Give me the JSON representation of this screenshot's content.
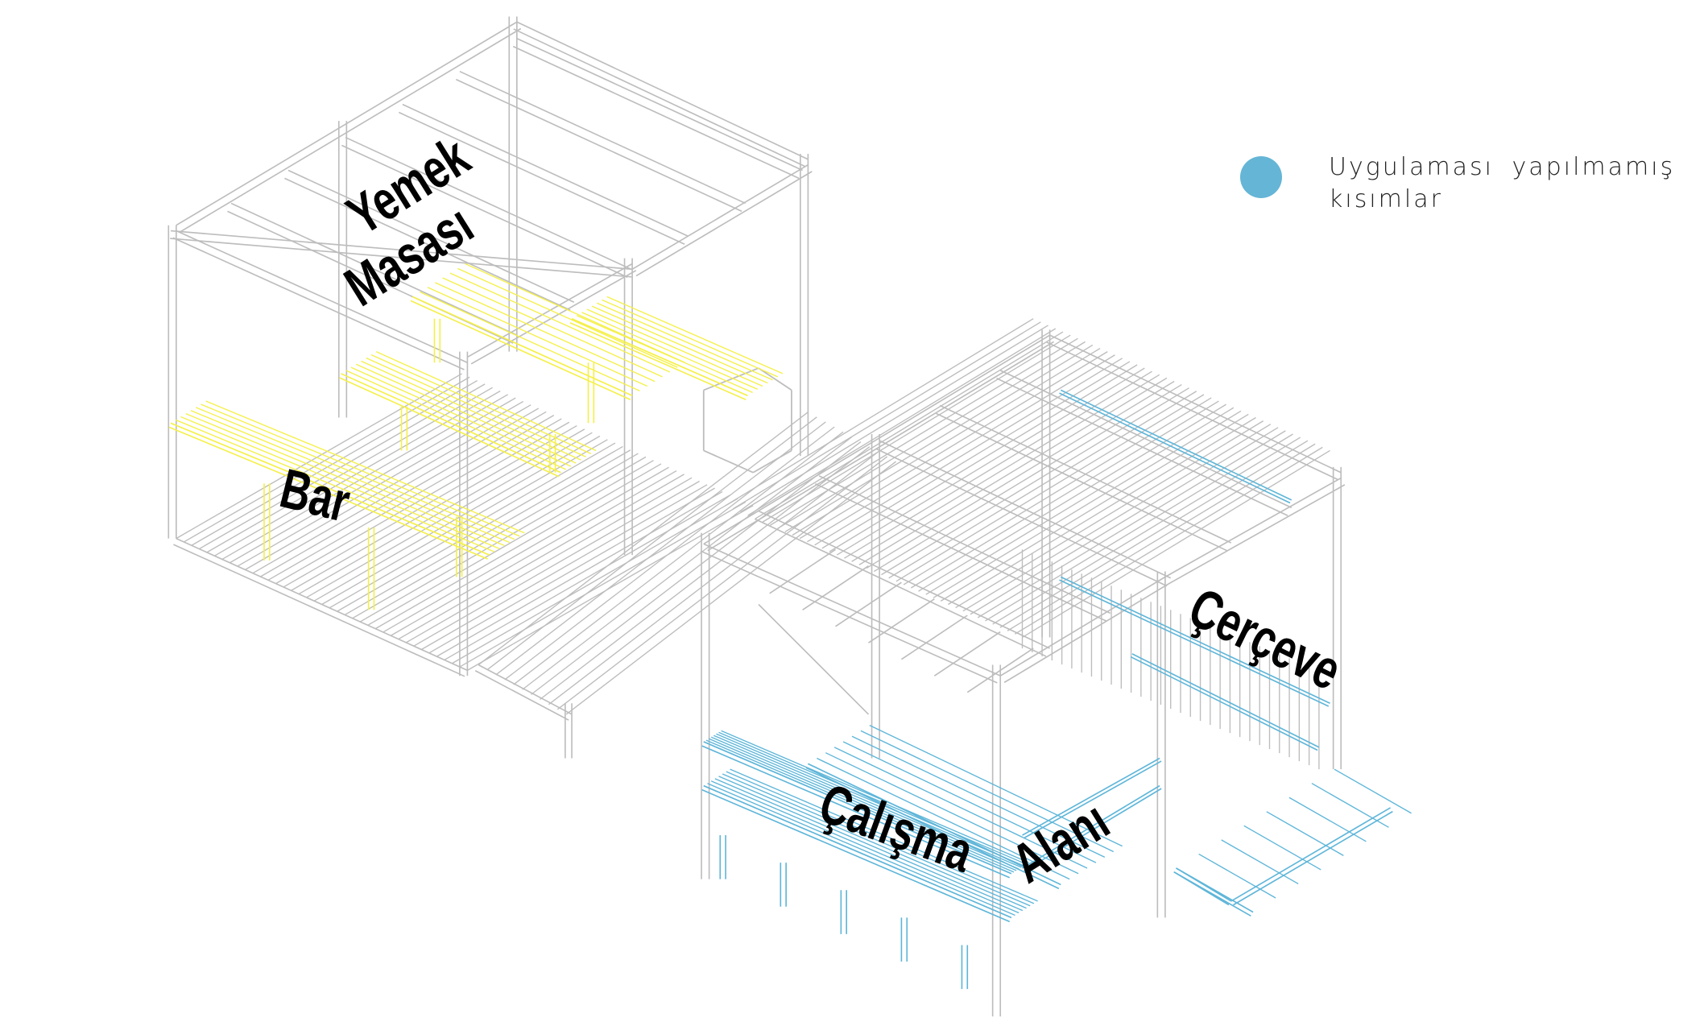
{
  "colors": {
    "frame": "#bdbdbd",
    "existing_furniture": "#f5f04a",
    "not_implemented": "#5fb6d9",
    "label": "#000000"
  },
  "legend": {
    "swatch_color": "#65b5d6",
    "line1": "Uygulaması yapılmamış",
    "line2": "kısımlar"
  },
  "labels": {
    "yemek": "Yemek",
    "masasi": "Masası",
    "bar": "Bar",
    "cerceve": "Çerçeve",
    "calisma": "Çalışma",
    "alani": "Alanı"
  }
}
